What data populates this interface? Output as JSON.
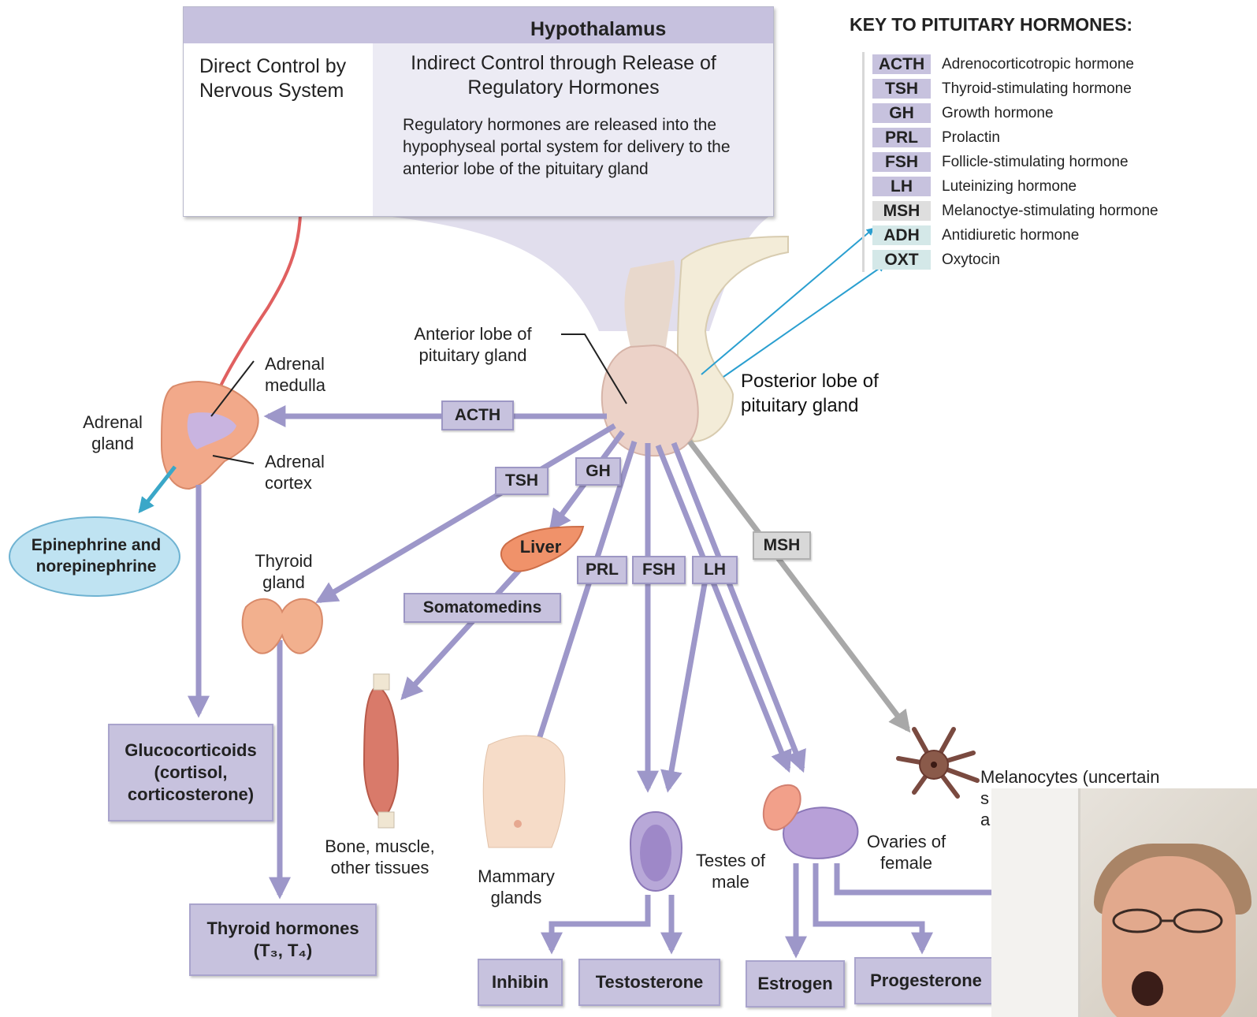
{
  "hypothalamus": {
    "title": "Hypothalamus",
    "direct_control": "Direct Control by Nervous System",
    "indirect_title": "Indirect Control through Release of Regulatory Hormones",
    "indirect_body": "Regulatory hormones are released into the hypophyseal portal system for delivery to the anterior lobe of the pituitary gland"
  },
  "key": {
    "title": "KEY TO PITUITARY HORMONES:",
    "items": [
      {
        "abbr": "ACTH",
        "name": "Adrenocorticotropic hormone",
        "color": "#c7c2de"
      },
      {
        "abbr": "TSH",
        "name": "Thyroid-stimulating hormone",
        "color": "#c7c2de"
      },
      {
        "abbr": "GH",
        "name": "Growth hormone",
        "color": "#c7c2de"
      },
      {
        "abbr": "PRL",
        "name": "Prolactin",
        "color": "#c7c2de"
      },
      {
        "abbr": "FSH",
        "name": "Follicle-stimulating hormone",
        "color": "#c7c2de"
      },
      {
        "abbr": "LH",
        "name": "Luteinizing hormone",
        "color": "#c7c2de"
      },
      {
        "abbr": "MSH",
        "name": "Melanoctye-stimulating hormone",
        "color": "#dedede"
      },
      {
        "abbr": "ADH",
        "name": "Antidiuretic hormone",
        "color": "#d4e8e8"
      },
      {
        "abbr": "OXT",
        "name": "Oxytocin",
        "color": "#d4e8e8"
      }
    ]
  },
  "labels": {
    "anterior_lobe": "Anterior lobe of pituitary gland",
    "posterior_lobe": "Posterior lobe of pituitary gland",
    "adrenal_medulla": "Adrenal medulla",
    "adrenal_gland": "Adrenal gland",
    "adrenal_cortex": "Adrenal cortex",
    "epinephrine": "Epinephrine and norepinephrine",
    "thyroid_gland": "Thyroid gland",
    "liver": "Liver",
    "somatomedins": "Somatomedins",
    "bone_muscle": "Bone, muscle, other tissues",
    "mammary": "Mammary glands",
    "testes": "Testes of male",
    "ovaries": "Ovaries of female",
    "melanocytes": "Melanocytes (uncertain",
    "melanocytes_cut_1": "s",
    "melanocytes_cut_2": "a"
  },
  "hormone_boxes": {
    "acth": "ACTH",
    "tsh": "TSH",
    "gh": "GH",
    "prl": "PRL",
    "fsh": "FSH",
    "lh": "LH",
    "msh": "MSH"
  },
  "results": {
    "glucocorticoids": "Glucocorticoids (cortisol, corticosterone)",
    "thyroid_hormones": "Thyroid hormones (T₃, T₄)",
    "inhibin": "Inhibin",
    "testosterone": "Testosterone",
    "estrogen": "Estrogen",
    "progesterone": "Progesterone"
  },
  "colors": {
    "pathway": "#9d97c9",
    "msh_pathway": "#a8a8a8",
    "nerve": "#e06060",
    "callout": "#2a9fd0",
    "epinephrine_fill": "#bfe3f2"
  }
}
